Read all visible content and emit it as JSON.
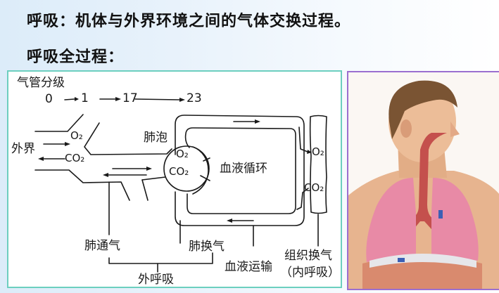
{
  "slide": {
    "title_line1": "呼吸：机体与外界环境之间的气体交换过程。",
    "title_line2": "呼吸全过程："
  },
  "diagram": {
    "bronchial_grade_label": "气管分级",
    "grades": [
      "0",
      "1",
      "17",
      "23"
    ],
    "external_label": "外界",
    "o2": "O₂",
    "co2": "CO₂",
    "alveolus_label": "肺泡",
    "alveolus_o2": "O₂",
    "alveolus_co2": "CO₂",
    "blood_circulation_label": "血液循环",
    "tissue_o2": "O₂",
    "tissue_co2": "CO₂",
    "pulmonary_ventilation": "肺通气",
    "pulmonary_gas_exchange": "肺换气",
    "blood_transport": "血液运输",
    "tissue_gas_exchange": "组织换气",
    "internal_respiration": "（内呼吸）",
    "external_respiration": "外呼吸",
    "colors": {
      "diagram_border": "#6ccfbf",
      "photo_border": "#9b6fd0"
    }
  },
  "illustration": {
    "subject": "human respiratory system anatomy (head, trachea, lungs)"
  }
}
